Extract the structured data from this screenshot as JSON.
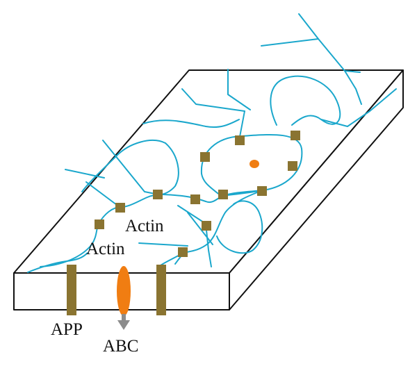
{
  "labels": {
    "actin_upper": "Actin",
    "actin_lower": "Actin",
    "app": "APP",
    "abc": "ABC"
  },
  "colors": {
    "filament": "#1aa7cc",
    "anchor_protein": "#8a7431",
    "abc_transporter": "#f07d12",
    "arrow": "#8c8c8c",
    "outline": "#111111"
  }
}
